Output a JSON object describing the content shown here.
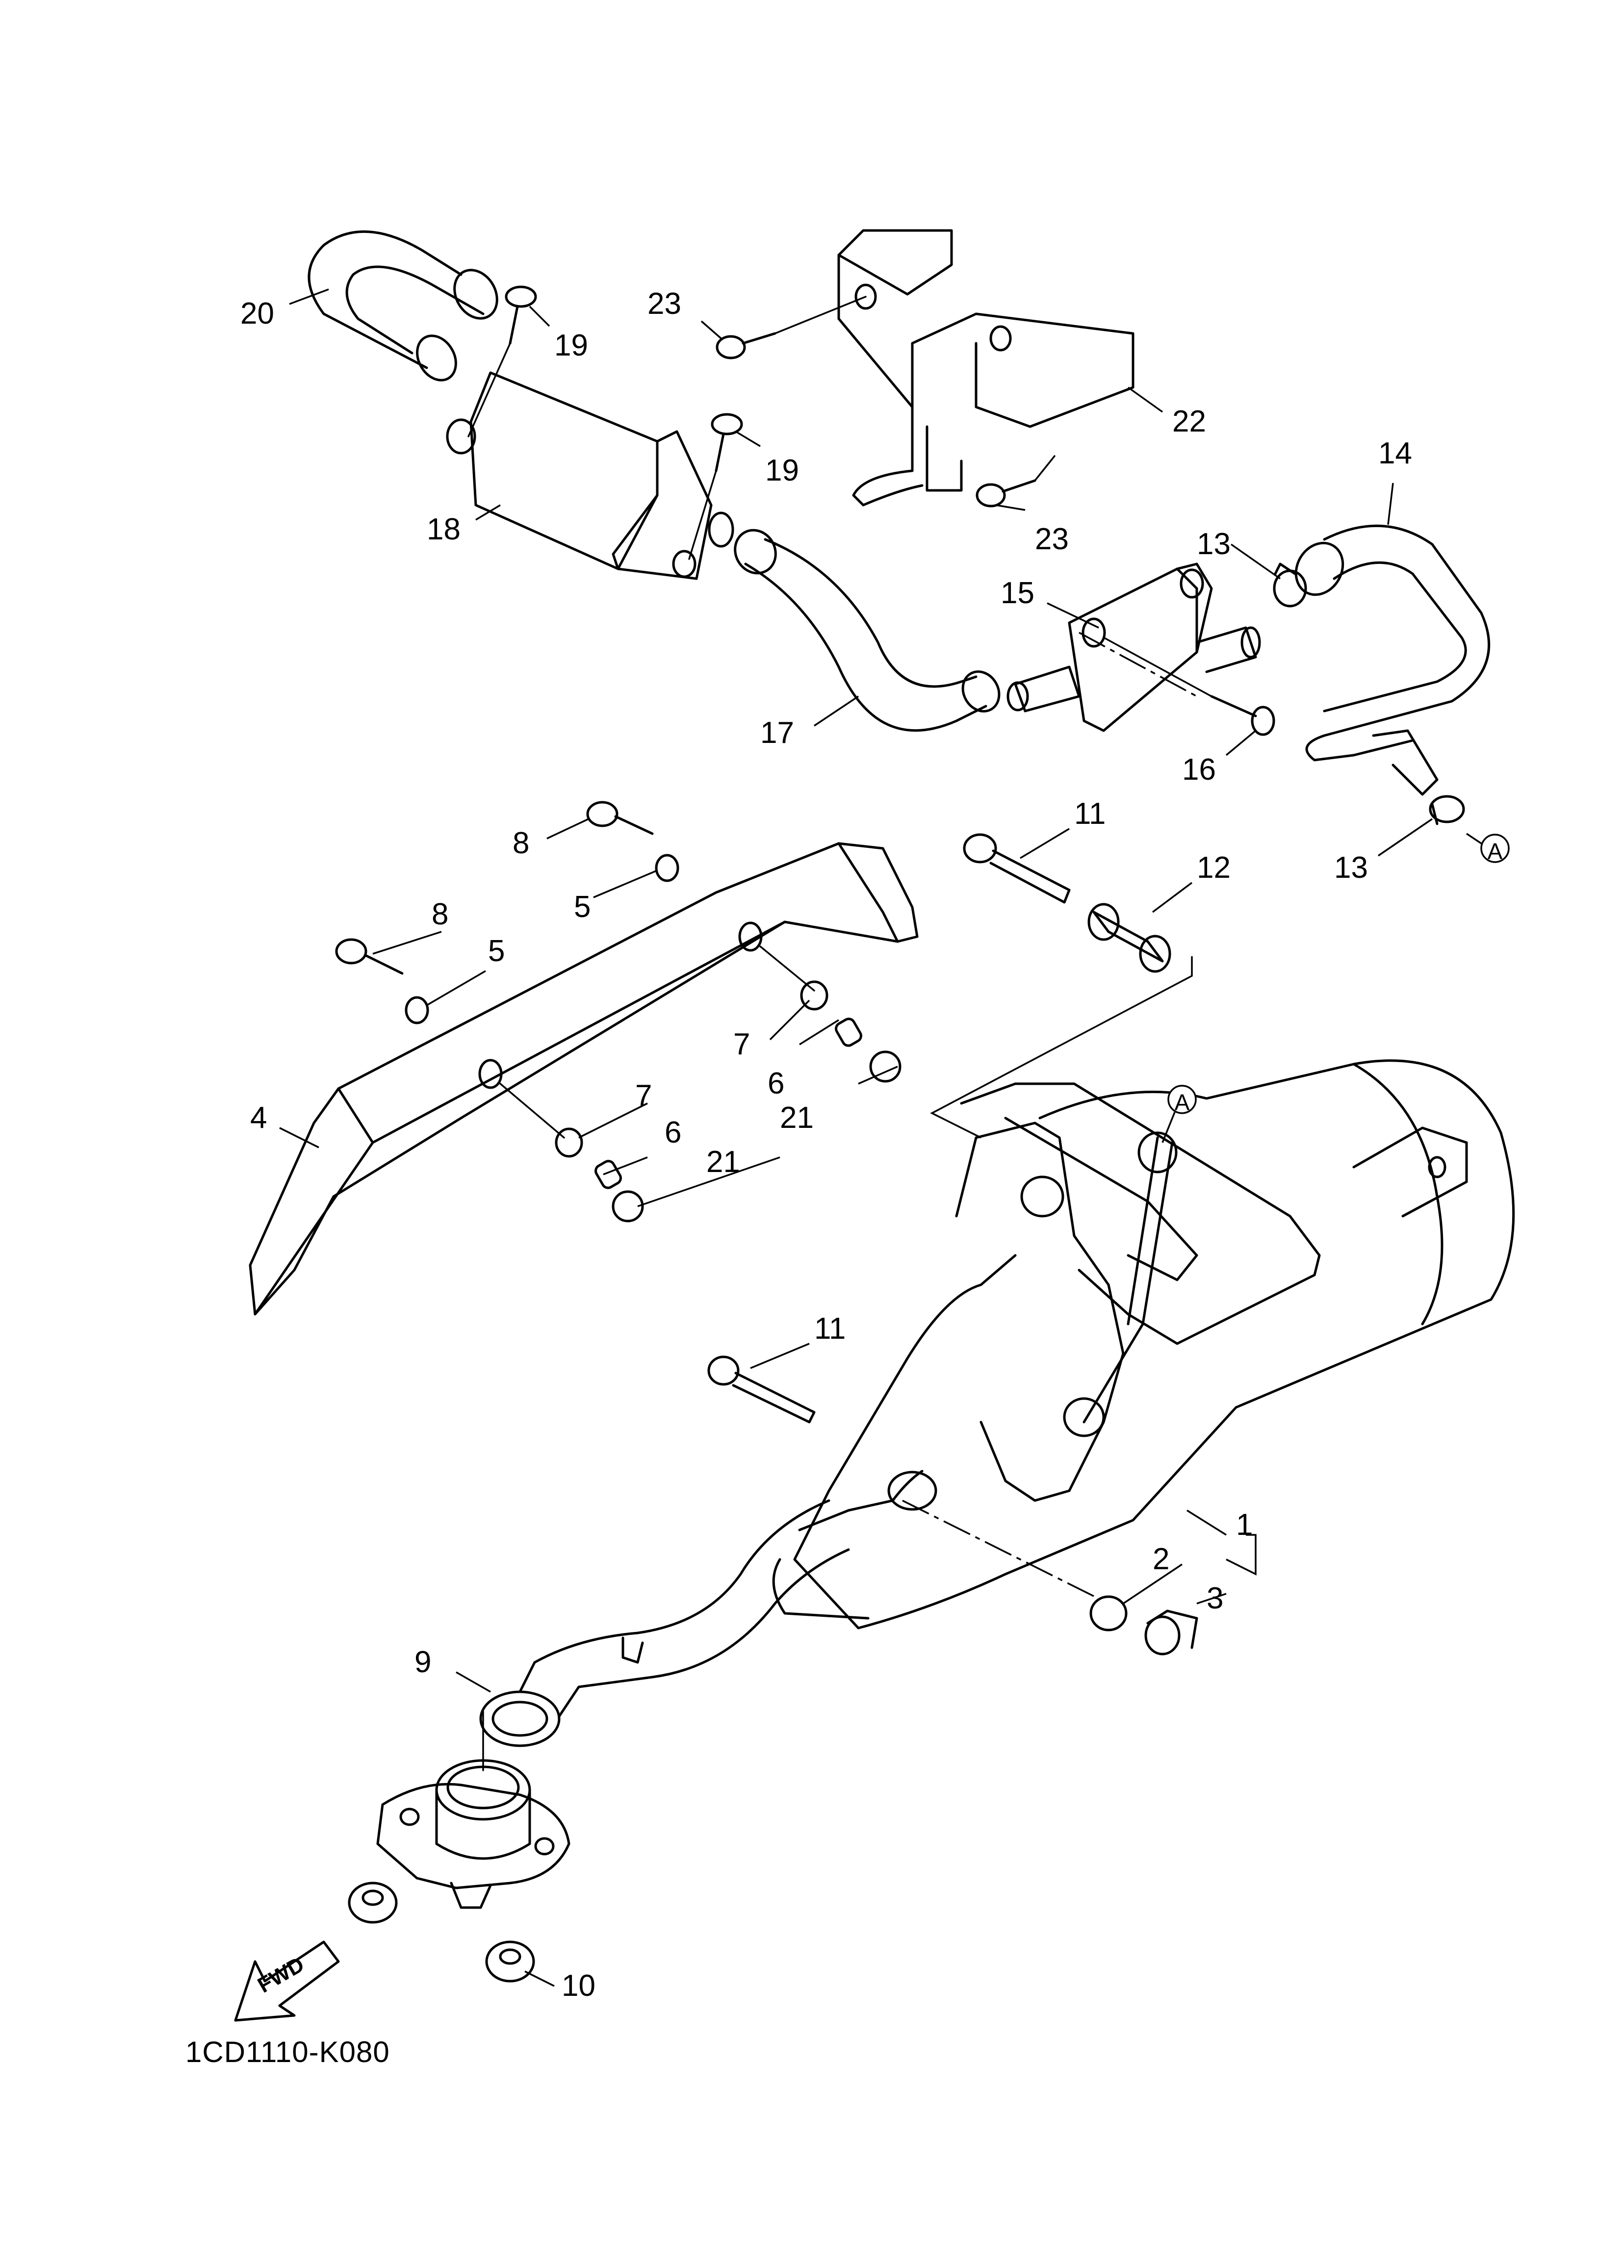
{
  "diagram_code": "1CD1110-K080",
  "fwd_label": "FWD",
  "ref_marker": "A",
  "callouts": [
    {
      "id": "c1",
      "num": "1"
    },
    {
      "id": "c2",
      "num": "2"
    },
    {
      "id": "c3",
      "num": "3"
    },
    {
      "id": "c4",
      "num": "4"
    },
    {
      "id": "c5a",
      "num": "5"
    },
    {
      "id": "c5b",
      "num": "5"
    },
    {
      "id": "c6a",
      "num": "6"
    },
    {
      "id": "c6b",
      "num": "6"
    },
    {
      "id": "c7a",
      "num": "7"
    },
    {
      "id": "c7b",
      "num": "7"
    },
    {
      "id": "c8a",
      "num": "8"
    },
    {
      "id": "c8b",
      "num": "8"
    },
    {
      "id": "c9",
      "num": "9"
    },
    {
      "id": "c10",
      "num": "10"
    },
    {
      "id": "c11a",
      "num": "11"
    },
    {
      "id": "c11b",
      "num": "11"
    },
    {
      "id": "c12",
      "num": "12"
    },
    {
      "id": "c13a",
      "num": "13"
    },
    {
      "id": "c13b",
      "num": "13"
    },
    {
      "id": "c14",
      "num": "14"
    },
    {
      "id": "c15",
      "num": "15"
    },
    {
      "id": "c16",
      "num": "16"
    },
    {
      "id": "c17",
      "num": "17"
    },
    {
      "id": "c18",
      "num": "18"
    },
    {
      "id": "c19a",
      "num": "19"
    },
    {
      "id": "c19b",
      "num": "19"
    },
    {
      "id": "c20",
      "num": "20"
    },
    {
      "id": "c21a",
      "num": "21"
    },
    {
      "id": "c21b",
      "num": "21"
    },
    {
      "id": "c22",
      "num": "22"
    },
    {
      "id": "c23a",
      "num": "23"
    },
    {
      "id": "c23b",
      "num": "23"
    }
  ]
}
